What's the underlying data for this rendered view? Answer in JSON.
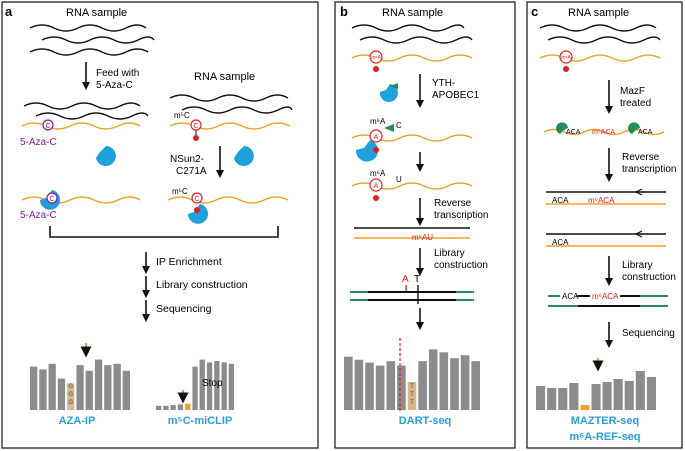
{
  "colors": {
    "black": "#111111",
    "orange": "#f0a22a",
    "red": "#e02020",
    "blue": "#1ea0dc",
    "purple": "#8b1a9a",
    "green": "#2a8a5a",
    "gray": "#8c8c8c",
    "tan": "#d8b88a",
    "link_blue": "#2a9fd8"
  },
  "panel_a": {
    "letter": "a",
    "rna_sample_1": "RNA sample",
    "feed_label_1": "Feed with",
    "feed_label_2": "5-Aza-C",
    "rna_sample_2": "RNA sample",
    "m5c_1": "m⁵C",
    "aza_c_1": "5-Aza-C",
    "nsun2_1": "NSun2-",
    "nsun2_2": "C271A",
    "m5c_2": "m⁵C",
    "aza_c_2": "5-Aza-C",
    "steps": [
      "IP Enrichment",
      "Library construction",
      "Sequencing"
    ],
    "ggg": [
      "G",
      "G",
      "G"
    ],
    "stop": "Stop",
    "method_1": "AZA-IP",
    "method_2": "m⁵C-miCLIP"
  },
  "panel_b": {
    "letter": "b",
    "rna_sample": "RNA sample",
    "m6a_small": "m⁶A",
    "yth_1": "YTH-",
    "yth_2": "APOBEC1",
    "m6a_1": "m⁶A",
    "circle_a": "A",
    "c_label": "C",
    "m6a_2": "m⁶A",
    "circle_a2": "A",
    "u_label": "U",
    "rt_1": "Reverse",
    "rt_2": "transcription",
    "m6au": "m⁶AU",
    "lib_1": "Library",
    "lib_2": "construction",
    "a_label": "A",
    "t_label": "T",
    "ttt": [
      "T",
      "T",
      "T"
    ],
    "method": "DART-seq"
  },
  "panel_c": {
    "letter": "c",
    "rna_sample": "RNA sample",
    "m6a_small": "m⁶A",
    "mazf_1": "MazF",
    "mazf_2": "treated",
    "aca_left": "ACA",
    "m6aca": "m⁶ACA",
    "aca_right": "ACA",
    "rt_1": "Reverse",
    "rt_2": "transcription",
    "aca_a": "ACA",
    "m6aca_2": "m⁶ACA",
    "aca_b": "ACA",
    "lib_1": "Library",
    "lib_2": "construction",
    "aca_c": "ACA",
    "m6aca_3": "m⁶ACA",
    "seq": "Sequencing",
    "method_1": "MAZTER-seq",
    "method_2": "m⁶A-REF-seq"
  },
  "chart_data": [
    {
      "type": "bar",
      "panel": "a-AZA-IP",
      "values": [
        0.62,
        0.58,
        0.66,
        0.45,
        0.38,
        0.64,
        0.56,
        0.72,
        0.64,
        0.66,
        0.56
      ],
      "highlight_index": 4,
      "highlight_labels": [
        "G",
        "G",
        "G"
      ]
    },
    {
      "type": "bar",
      "panel": "a-m5C-miCLIP",
      "values": [
        0.06,
        0.06,
        0.07,
        0.08,
        0.09,
        0.62,
        0.72,
        0.68,
        0.7,
        0.68,
        0.66
      ],
      "highlight_index": 4
    },
    {
      "type": "bar",
      "panel": "b-DART-seq",
      "values": [
        0.72,
        0.68,
        0.64,
        0.6,
        0.66,
        0.6,
        0.38,
        0.66,
        0.82,
        0.78,
        0.7,
        0.74,
        0.66
      ],
      "highlight_index": 6,
      "highlight_labels": [
        "T",
        "T",
        "T"
      ]
    },
    {
      "type": "bar",
      "panel": "c-MAZTER-seq",
      "values": [
        0.48,
        0.44,
        0.44,
        0.54,
        0.1,
        0.52,
        0.56,
        0.62,
        0.58,
        0.78,
        0.66
      ],
      "highlight_index": 4
    }
  ]
}
